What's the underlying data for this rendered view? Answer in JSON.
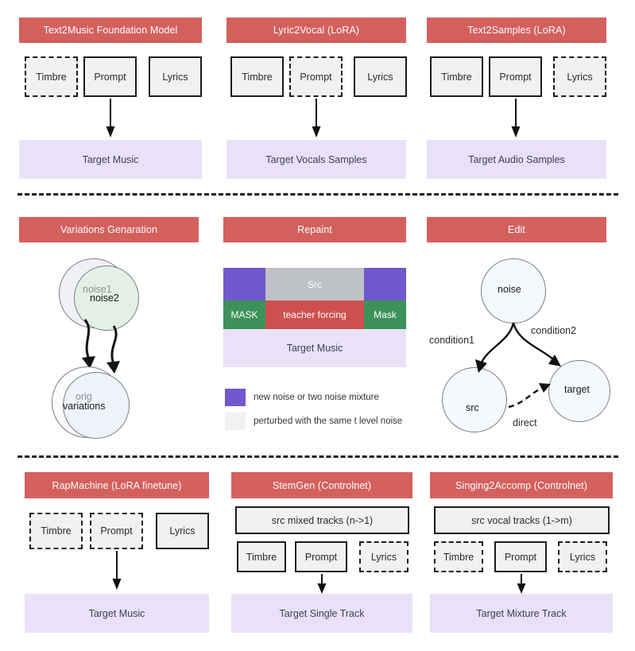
{
  "diagram": {
    "title": "Music generation task taxonomy",
    "colors": {
      "header_red": "#d4605e",
      "target_lavender": "#e8e1f8",
      "box_gray": "#f1f1f1",
      "mask_purple": "#7158cf",
      "src_gray": "#bec1c6",
      "mask_green": "#3d9158",
      "teacher_red": "#cf4f4f"
    }
  },
  "row1": {
    "panels": [
      {
        "header": "Text2Music Foundation Model",
        "inputs": [
          {
            "label": "Timbre",
            "style": "dashed"
          },
          {
            "label": "Prompt",
            "style": "solid"
          },
          {
            "label": "Lyrics",
            "style": "solid"
          }
        ],
        "target": "Target Music"
      },
      {
        "header": "Lyric2Vocal (LoRA)",
        "inputs": [
          {
            "label": "Timbre",
            "style": "solid"
          },
          {
            "label": "Prompt",
            "style": "dashed"
          },
          {
            "label": "Lyrics",
            "style": "solid"
          }
        ],
        "target": "Target Vocals Samples"
      },
      {
        "header": "Text2Samples (LoRA)",
        "inputs": [
          {
            "label": "Timbre",
            "style": "solid"
          },
          {
            "label": "Prompt",
            "style": "solid"
          },
          {
            "label": "Lyrics",
            "style": "dashed"
          }
        ],
        "target": "Target Audio Samples"
      }
    ]
  },
  "row2": {
    "variations": {
      "header": "Variations Genaration",
      "labels": {
        "noise1": "noise1",
        "noise2": "noise2",
        "orig": "orig",
        "variations": "variations"
      }
    },
    "repaint": {
      "header": "Repaint",
      "grid": {
        "row_top": [
          {
            "label": "",
            "fill": "purple"
          },
          {
            "label": "Src",
            "fill": "gray"
          },
          {
            "label": "",
            "fill": "purple"
          }
        ],
        "row_mid": [
          {
            "label": "MASK",
            "fill": "green"
          },
          {
            "label": "teacher forcing",
            "fill": "red"
          },
          {
            "label": "Mask",
            "fill": "green"
          }
        ],
        "row_bottom": {
          "label": "Target Music",
          "fill": "lav"
        }
      },
      "legend": [
        {
          "swatch": "#7158cf",
          "text": "new noise or two noise mixture"
        },
        {
          "swatch": "#f2f2f2",
          "text": "perturbed with the same t level noise"
        }
      ]
    },
    "edit": {
      "header": "Edit",
      "nodes": [
        {
          "label": "noise"
        },
        {
          "label": "src"
        },
        {
          "label": "target"
        }
      ],
      "edges": [
        {
          "label": "condition1"
        },
        {
          "label": "condition2"
        },
        {
          "label": "direct"
        }
      ]
    }
  },
  "row3": {
    "panels": [
      {
        "header": "RapMachine (LoRA finetune)",
        "wide": null,
        "inputs": [
          {
            "label": "Timbre",
            "style": "dashed"
          },
          {
            "label": "Prompt",
            "style": "dashed"
          },
          {
            "label": "Lyrics",
            "style": "solid"
          }
        ],
        "target": "Target Music"
      },
      {
        "header": "StemGen (Controlnet)",
        "wide": "src mixed tracks (n->1)",
        "inputs": [
          {
            "label": "Timbre",
            "style": "solid"
          },
          {
            "label": "Prompt",
            "style": "solid"
          },
          {
            "label": "Lyrics",
            "style": "dashed"
          }
        ],
        "target": "Target Single Track"
      },
      {
        "header": "Singing2Accomp (Controlnet)",
        "wide": "src vocal tracks (1->m)",
        "inputs": [
          {
            "label": "Timbre",
            "style": "dashed"
          },
          {
            "label": "Prompt",
            "style": "solid"
          },
          {
            "label": "Lyrics",
            "style": "dashed"
          }
        ],
        "target": "Target Mixture Track"
      }
    ]
  }
}
